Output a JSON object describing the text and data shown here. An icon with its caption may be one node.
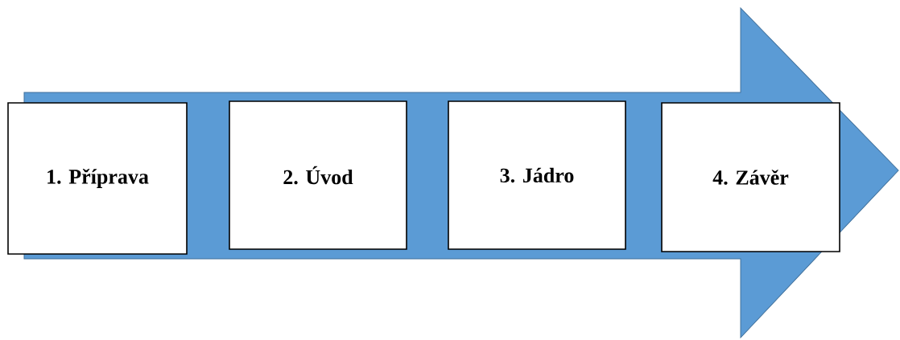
{
  "diagram": {
    "nodes": [
      {
        "text": [
          "1. Příprava"
        ]
      },
      {
        "text": [
          "2. Úvod"
        ]
      },
      {
        "text": [
          "3. Jádro"
        ]
      },
      {
        "text": [
          "4. Závěr"
        ]
      }
    ]
  }
}
